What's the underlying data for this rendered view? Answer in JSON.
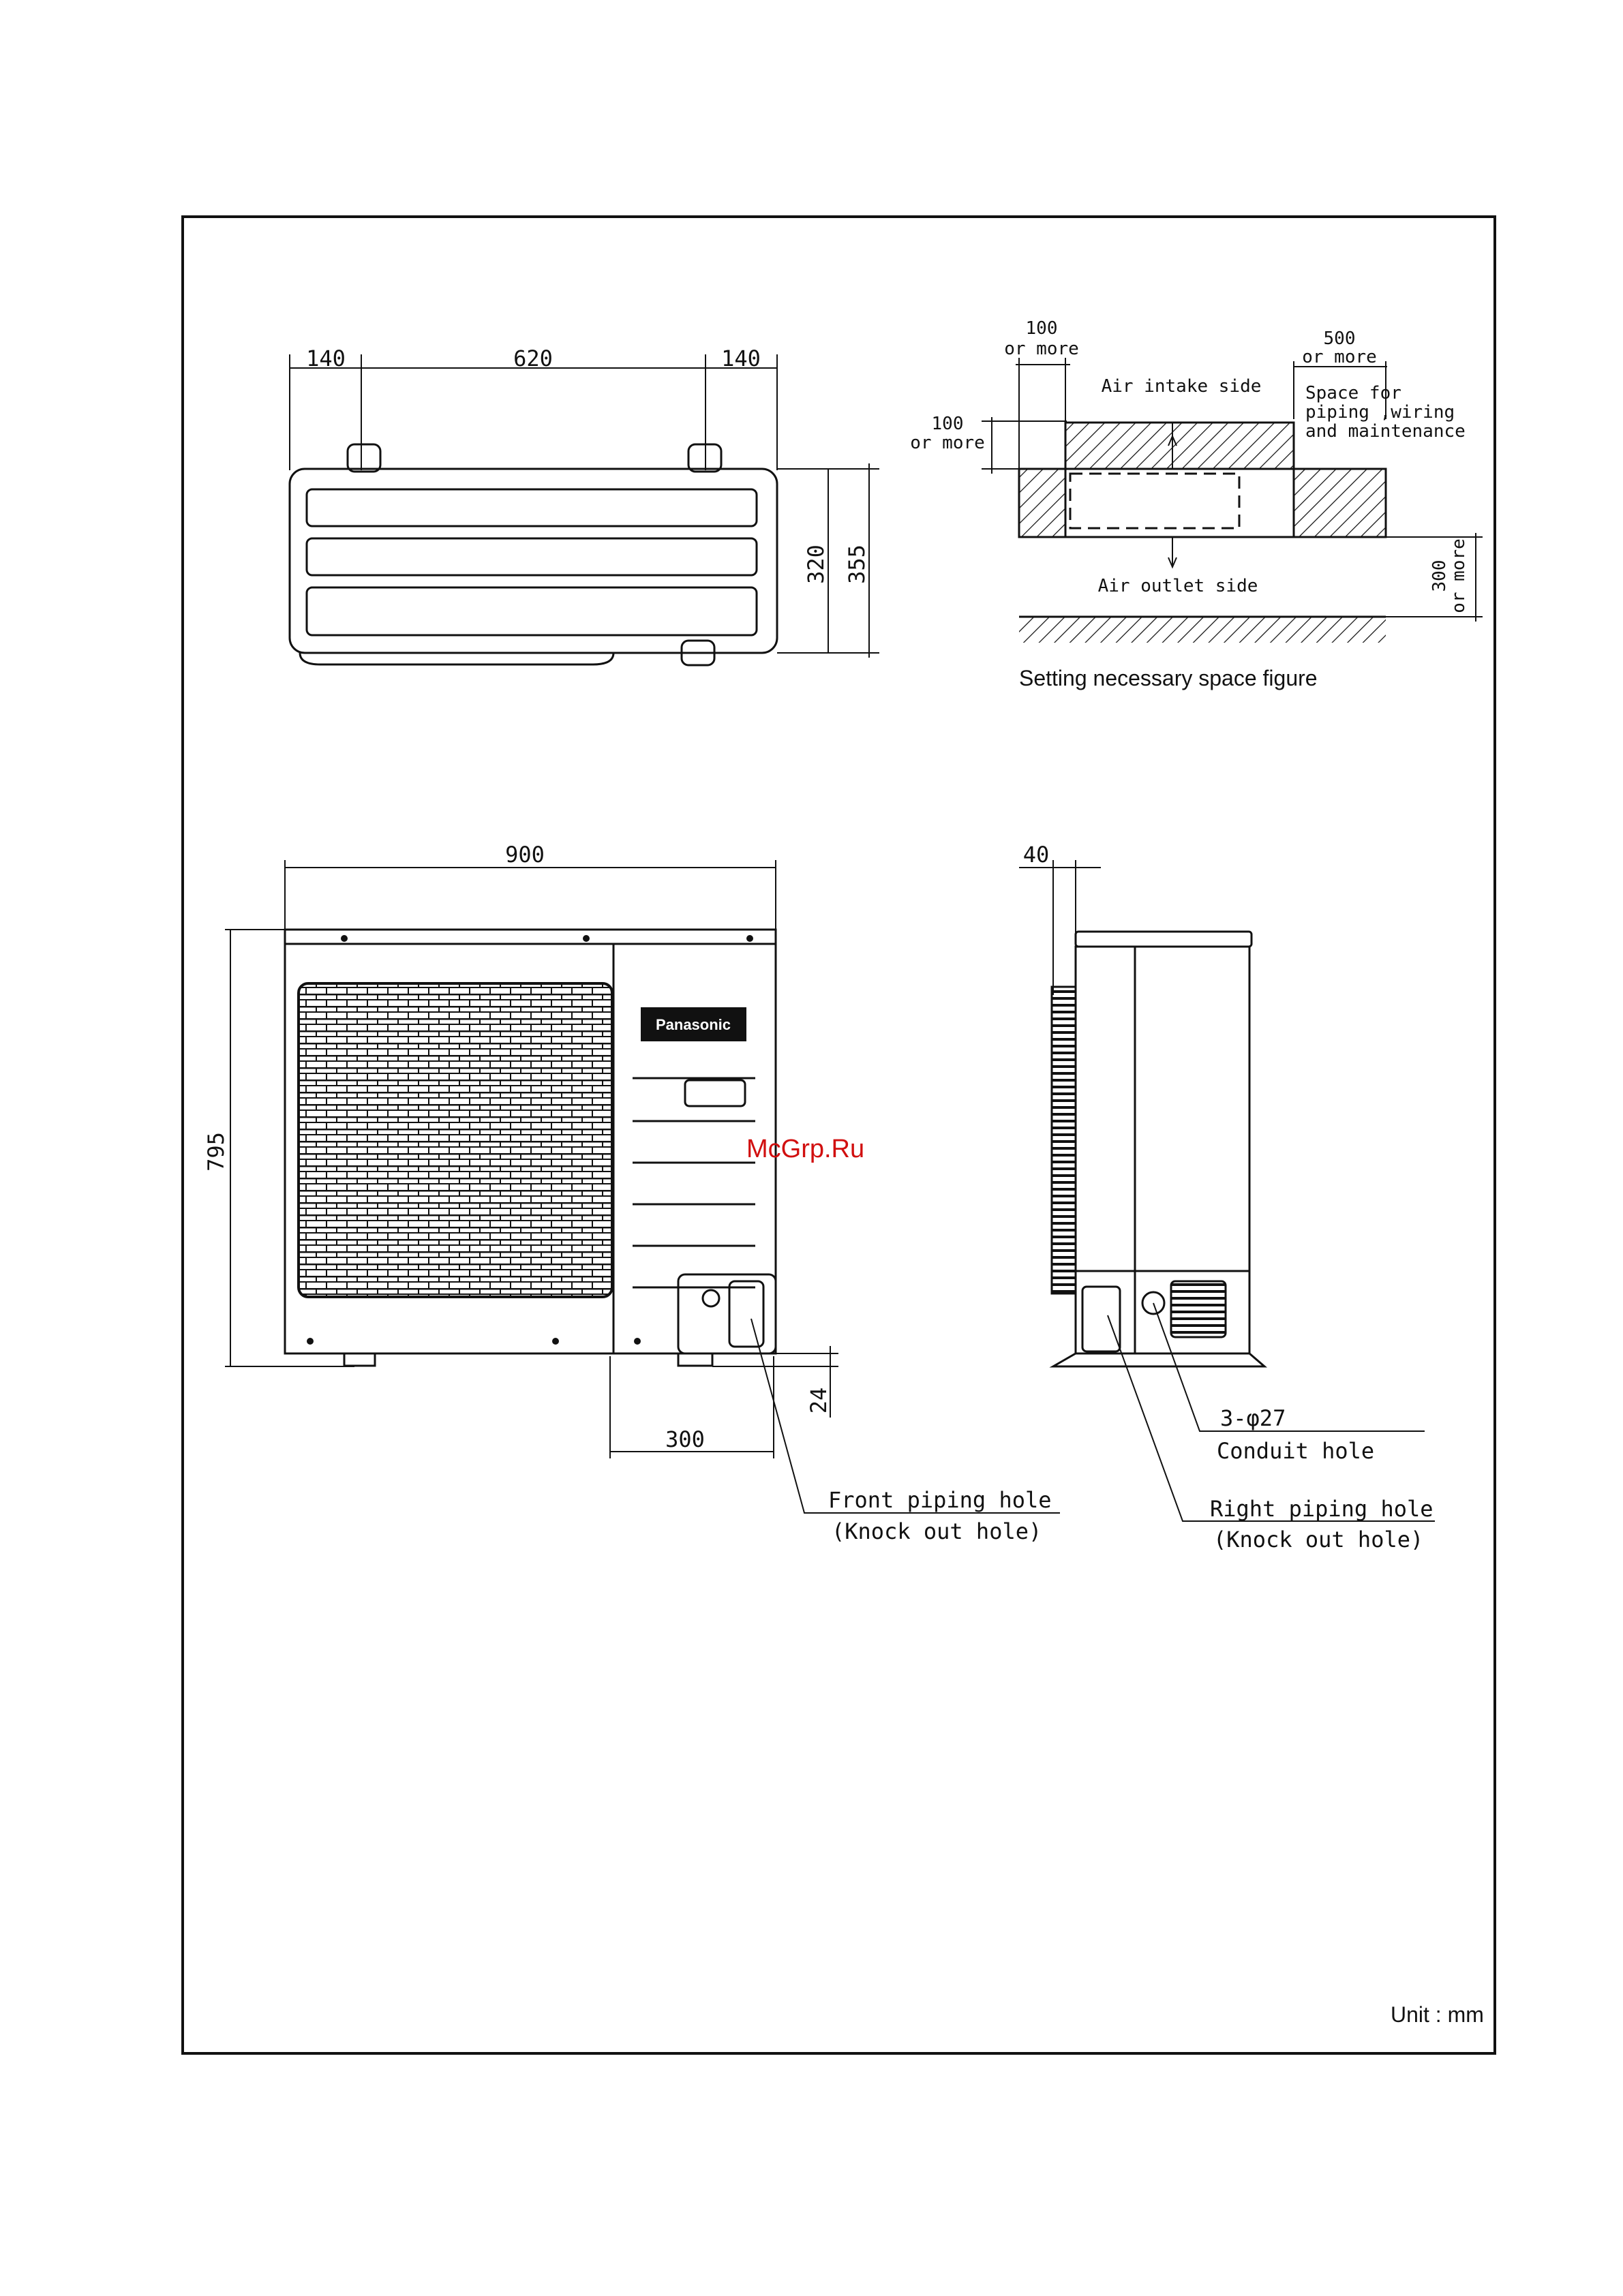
{
  "top_view": {
    "dim_left": "140",
    "dim_mid": "620",
    "dim_right": "140",
    "dim_depth_inner": "320",
    "dim_depth_outer": "355"
  },
  "space_figure": {
    "left_top_dim_value": "100",
    "left_top_dim_note": "or more",
    "left_side_dim_value": "100",
    "left_side_dim_note": "or more",
    "right_top_dim_value": "500",
    "right_top_dim_note": "or more",
    "air_intake_label": "Air intake side",
    "space_note_line1": "Space for",
    "space_note_line2": "piping ,wiring",
    "space_note_line3": "and maintenance",
    "air_outlet_label": "Air outlet side",
    "front_dim_value": "300",
    "front_dim_note": "or more",
    "caption": "Setting necessary space figure"
  },
  "front_view": {
    "dim_width": "900",
    "dim_height": "795",
    "dim_offset": "300",
    "dim_feet": "24",
    "brand_name": "Panasonic",
    "front_hole_line1": "Front piping hole",
    "front_hole_line2": "(Knock out hole)"
  },
  "side_view": {
    "dim_top": "40",
    "conduit_line1": "3-φ27",
    "conduit_line2": "Conduit hole",
    "right_hole_line1": "Right piping hole",
    "right_hole_line2": "(Knock out hole)"
  },
  "watermark": "McGrp.Ru",
  "unit_label": "Unit : mm",
  "colors": {
    "line": "#111111",
    "watermark": "#d10f0f",
    "background": "#ffffff"
  }
}
